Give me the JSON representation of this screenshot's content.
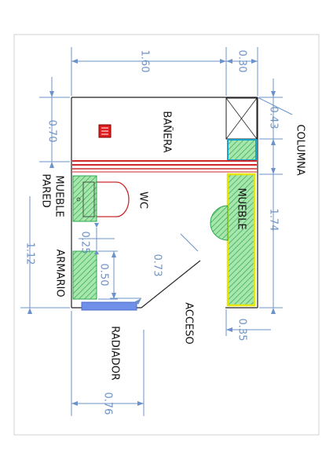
{
  "labels": {
    "banera": "BAÑERA",
    "columna": "COLUMNA",
    "mueble_right": "MUEBLE",
    "wc": "WC",
    "mueble_pared_1": "MUEBLE",
    "mueble_pared_2": "PARED",
    "armario": "ARMARIO",
    "acceso": "ACCESO",
    "radiador": "RADIADOR"
  },
  "dimensions": {
    "top_width": "1.60",
    "top_right": "0.30",
    "left_top": "0.70",
    "columna": "0.43",
    "mueble_len": "1.74",
    "right_bottom": "0.35",
    "left_mid": "1.12",
    "wc_gap": "0.25",
    "armario": "0.50",
    "diagonal": "0.73",
    "bottom": "0.76"
  },
  "colors": {
    "wall": "#222222",
    "dimension": "#6b93c9",
    "bathtub_edge": "#cc2a2a",
    "hatch_green": "#2fa84f",
    "fill_green": "#9ee2a6",
    "yellow_outline": "#e6e600",
    "cyan_outline": "#1aa3c9",
    "radiator_blue": "#6f8fe8",
    "wc_outline": "#cc2a2a"
  }
}
